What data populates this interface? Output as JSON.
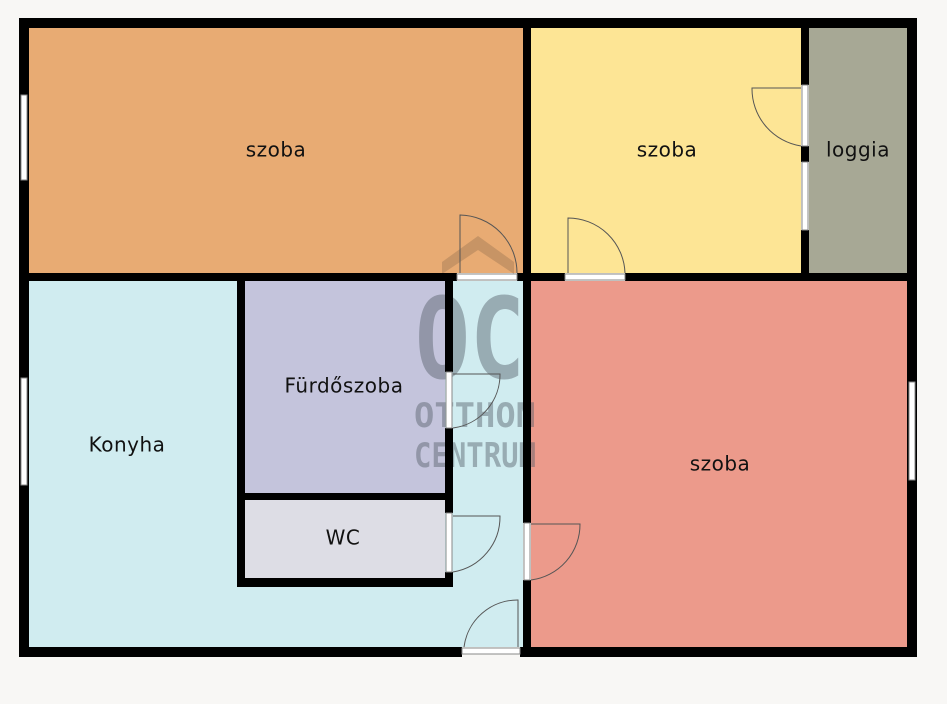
{
  "rooms": [
    {
      "id": "szoba-nw",
      "label": "szoba",
      "color": "#e8ab73"
    },
    {
      "id": "szoba-n",
      "label": "szoba",
      "color": "#fde595"
    },
    {
      "id": "loggia",
      "label": "loggia",
      "color": "#a7a895"
    },
    {
      "id": "konyha",
      "label": "Konyha",
      "color": "#d0ecf0"
    },
    {
      "id": "furdoszoba",
      "label": "Fürdőszoba",
      "color": "#c4c4dc"
    },
    {
      "id": "wc",
      "label": "WC",
      "color": "#dddde5"
    },
    {
      "id": "szoba-se",
      "label": "szoba",
      "color": "#ec9a8b"
    }
  ],
  "watermark": {
    "logo": "OC",
    "line1": "OTTHON",
    "line2": "CENTRUM"
  },
  "colors": {
    "wall": "#000000",
    "background": "#f8f7f5"
  }
}
